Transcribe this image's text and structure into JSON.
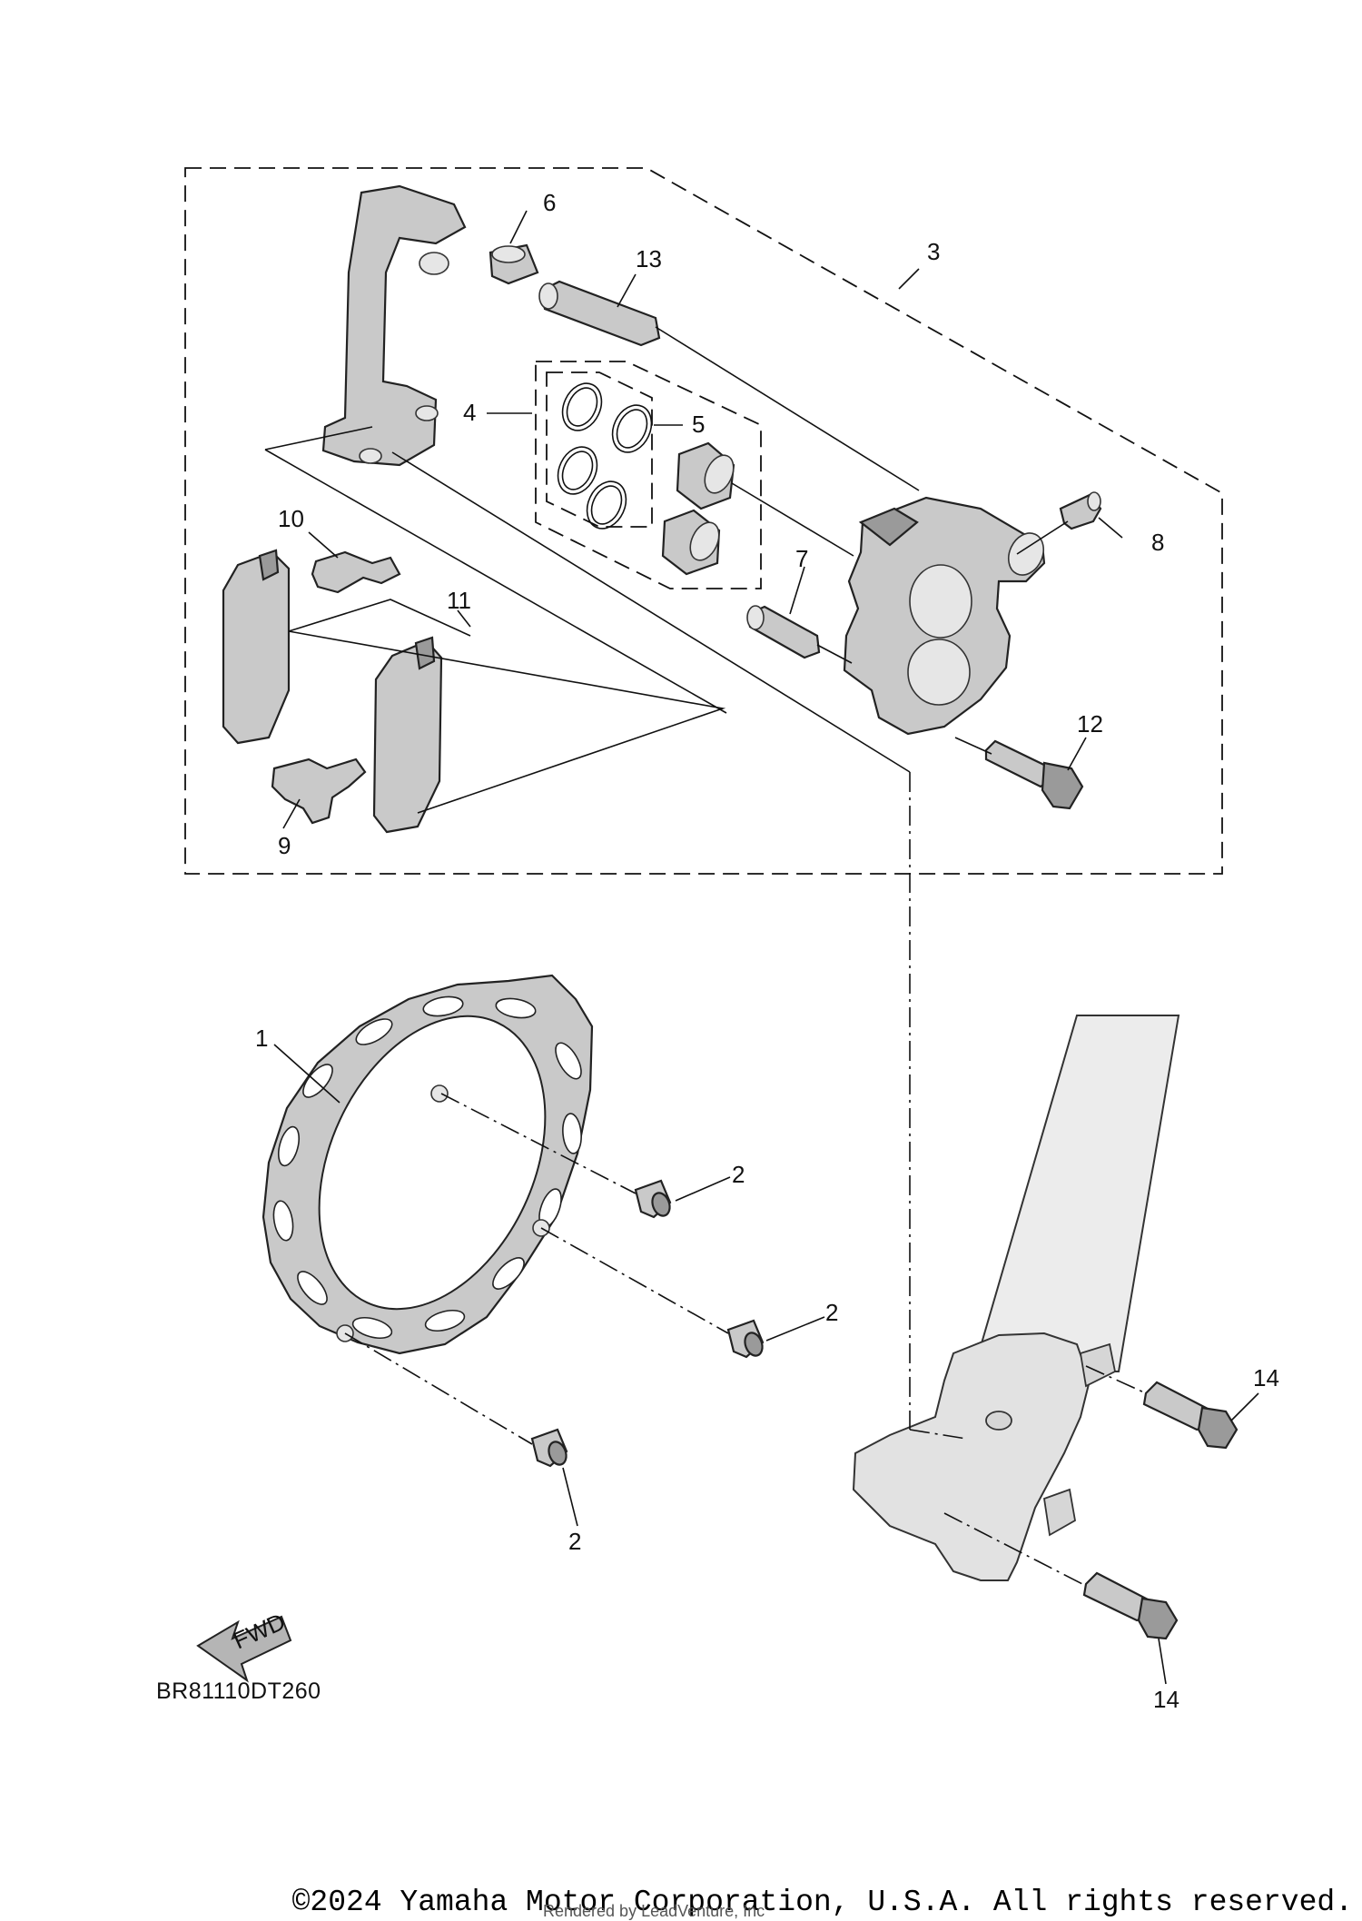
{
  "diagram": {
    "code": "BR81110DT260",
    "fwd_label": "FWD",
    "callouts": {
      "c1": "1",
      "c2a": "2",
      "c2b": "2",
      "c2c": "2",
      "c3": "3",
      "c4": "4",
      "c5": "5",
      "c6": "6",
      "c7": "7",
      "c8": "8",
      "c9": "9",
      "c10": "10",
      "c11": "11",
      "c12": "12",
      "c13": "13",
      "c14a": "14",
      "c14b": "14"
    }
  },
  "footer": {
    "copyright": "©2024 Yamaha Motor Corporation, U.S.A. All rights reserved.",
    "rendered_by": "Rendered by LeadVenture, Inc"
  },
  "colors": {
    "line": "#111111",
    "part_fill": "#c9c9c9",
    "background": "#ffffff"
  }
}
